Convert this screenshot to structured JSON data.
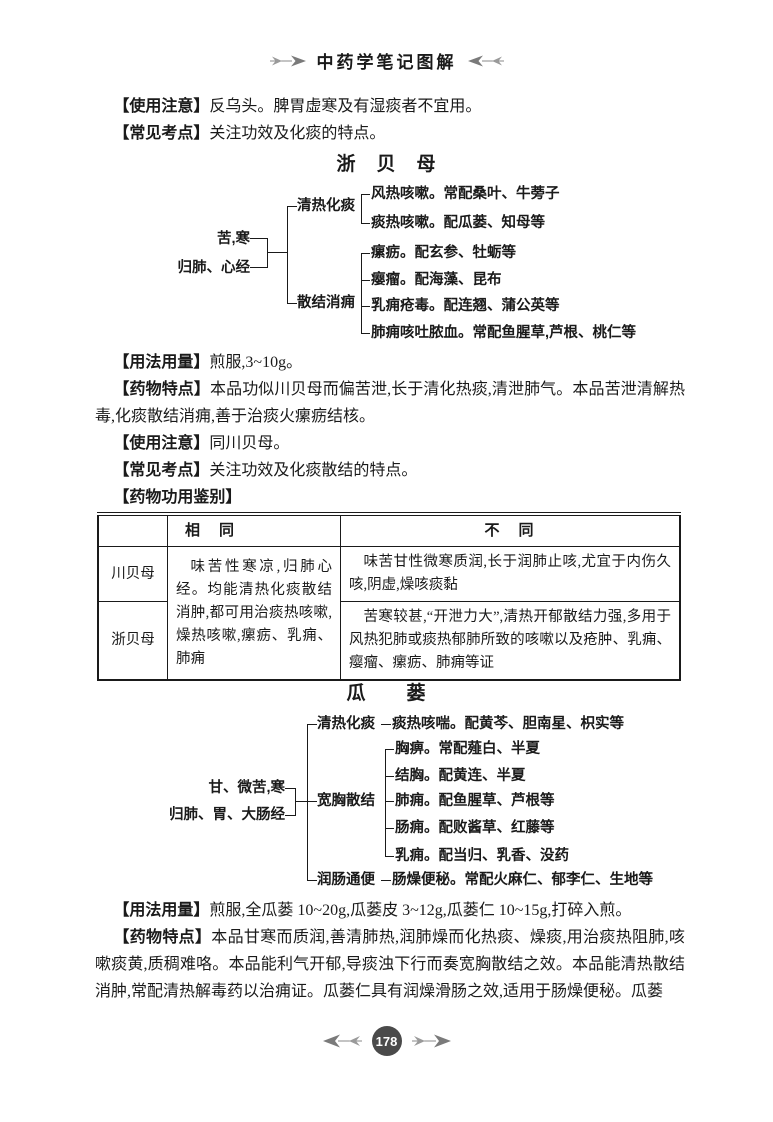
{
  "colors": {
    "ink": "#1a1a1a",
    "page_background": "#ffffff",
    "page_badge_background": "#4a4a4a"
  },
  "header": {
    "title": "中药学笔记图解",
    "left_ornament": "leaf-flourish",
    "right_ornament": "leaf-flourish"
  },
  "intro": {
    "usage_note": {
      "label": "【使用注意】",
      "text": "反乌头。脾胃虚寒及有湿痰者不宜用。"
    },
    "exam_points": {
      "label": "【常见考点】",
      "text": "关注功效及化痰的特点。"
    }
  },
  "zhebeimu": {
    "title": "浙　贝　母",
    "diagram": {
      "property": "苦,寒",
      "meridian": "归肺、心经",
      "branches": [
        {
          "label": "清热化痰",
          "leaves": [
            "风热咳嗽。常配桑叶、牛蒡子",
            "痰热咳嗽。配瓜蒌、知母等"
          ]
        },
        {
          "label": "散结消痈",
          "leaves": [
            "瘰疬。配玄参、牡蛎等",
            "瘿瘤。配海藻、昆布",
            "乳痈疮毒。配连翘、蒲公英等",
            "肺痈咳吐脓血。常配鱼腥草,芦根、桃仁等"
          ]
        }
      ]
    },
    "dosage": {
      "label": "【用法用量】",
      "text": "煎服,3~10g。"
    },
    "features": {
      "label": "【药物特点】",
      "text": "本品功似川贝母而偏苦泄,长于清化热痰,清泄肺气。本品苦泄清解热毒,化痰散结消痈,善于治痰火瘰疬结核。"
    },
    "usage_note": {
      "label": "【使用注意】",
      "text": "同川贝母。"
    },
    "exam_points": {
      "label": "【常见考点】",
      "text": "关注功效及化痰散结的特点。"
    },
    "discrimination": {
      "label": "【药物功用鉴别】",
      "text": ""
    }
  },
  "compare_table": {
    "col_headers": [
      "",
      "相　同",
      "不　同"
    ],
    "same_text": "味苦性寒凉,归肺心经。均能清热化痰散结消肿,都可用治痰热咳嗽,燥热咳嗽,瘰疬、乳痈、肺痈",
    "rows": [
      {
        "name": "川贝母",
        "different": "味苦甘性微寒质润,长于润肺止咳,尤宜于内伤久咳,阴虚,燥咳痰黏"
      },
      {
        "name": "浙贝母",
        "different": "苦寒较甚,“开泄力大”,清热开郁散结力强,多用于风热犯肺或痰热郁肺所致的咳嗽以及疮肿、乳痈、瘿瘤、瘰疬、肺痈等证"
      }
    ]
  },
  "gualou": {
    "title": "瓜　　蒌",
    "diagram": {
      "property": "甘、微苦,寒",
      "meridian": "归肺、胃、大肠经",
      "branches": [
        {
          "label": "清热化痰",
          "leaves": [
            "痰热咳喘。配黄芩、胆南星、枳实等"
          ]
        },
        {
          "label": "宽胸散结",
          "leaves": [
            "胸痹。常配薤白、半夏",
            "结胸。配黄连、半夏",
            "肺痈。配鱼腥草、芦根等",
            "肠痈。配败酱草、红藤等",
            "乳痈。配当归、乳香、没药"
          ]
        },
        {
          "label": "润肠通便",
          "leaves": [
            "肠燥便秘。常配火麻仁、郁李仁、生地等"
          ]
        }
      ]
    },
    "dosage": {
      "label": "【用法用量】",
      "text": "煎服,全瓜蒌 10~20g,瓜蒌皮 3~12g,瓜蒌仁 10~15g,打碎入煎。"
    },
    "features": {
      "label": "【药物特点】",
      "text": "本品甘寒而质润,善清肺热,润肺燥而化热痰、燥痰,用治痰热阻肺,咳嗽痰黄,质稠难咯。本品能利气开郁,导痰浊下行而奏宽胸散结之效。本品能清热散结消肿,常配清热解毒药以治痈证。瓜蒌仁具有润燥滑肠之效,适用于肠燥便秘。瓜蒌"
    }
  },
  "footer": {
    "page_number": "178",
    "left_ornament": "leaf-flourish",
    "right_ornament": "leaf-flourish"
  }
}
